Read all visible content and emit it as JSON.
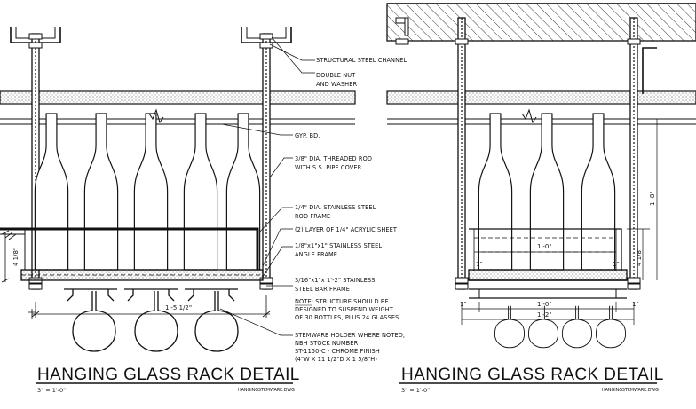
{
  "left_detail": {
    "title": "HANGING GLASS RACK DETAIL",
    "scale": "3\" = 1'-0\"",
    "sheet_ref": "HANGINGSTEMWARE.DWG",
    "dims": {
      "height": "4 1/8\"",
      "width": "1'-5 1/2\""
    },
    "labels": [
      "STRUCTURAL STEEL CHANNEL",
      "DOUBLE NUT",
      "AND WASHER",
      "GYP. BD.",
      "3/8\" DIA. THREADED ROD",
      "WITH S.S. PIPE COVER",
      "1/4\" DIA. STAINLESS STEEL",
      "ROD FRAME",
      "(2) LAYER OF 1/4\" ACRYLIC SHEET",
      "1/8\"x1\"x1\" STAINLESS STEEL",
      "ANGLE FRAME",
      "3/16\"x1\"x 1'-2\" STAINLESS",
      "STEEL BAR FRAME"
    ],
    "note": [
      "NOTE: STRUCTURE SHOULD BE",
      "DESIGNED TO SUSPEND WEIGHT",
      "OF 30 BOTTLES, PLUS 24 GLASSES."
    ],
    "stemware": [
      "STEMWARE HOLDER WHERE NOTED,",
      "NBH STOCK NUMBER",
      "ST-1150-C - CHROME FINISH",
      "(4\"W X 11 1/2\"D X 1 5/8\"H)"
    ]
  },
  "right_detail": {
    "title": "HANGING GLASS RACK DETAIL",
    "scale": "3\" = 1'-0\"",
    "sheet_ref": "HANGINGSTEMWARE.DWG",
    "dims": {
      "overall_height": "1'-8\"",
      "rack_height": "4 1/8\"",
      "inner_width": "1'-0\"",
      "angle_left": "1\"",
      "angle_right": "1\"",
      "bottom_left": "1\"",
      "bottom_mid": "1'-0\"",
      "bottom_right": "1\"",
      "bottom_overall": "1'-2\""
    }
  }
}
